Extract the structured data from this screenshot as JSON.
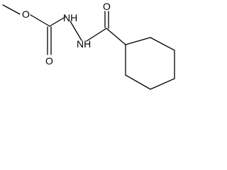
{
  "molecule": {
    "atoms": {
      "ester_oxygen": "O",
      "carbonyl_oxygen_1": "O",
      "nh_1": "NH",
      "nh_2": "NH",
      "carbonyl_oxygen_2": "O"
    }
  },
  "colors": {
    "bond": "#000000",
    "text": "#000000",
    "background": "#ffffff"
  }
}
